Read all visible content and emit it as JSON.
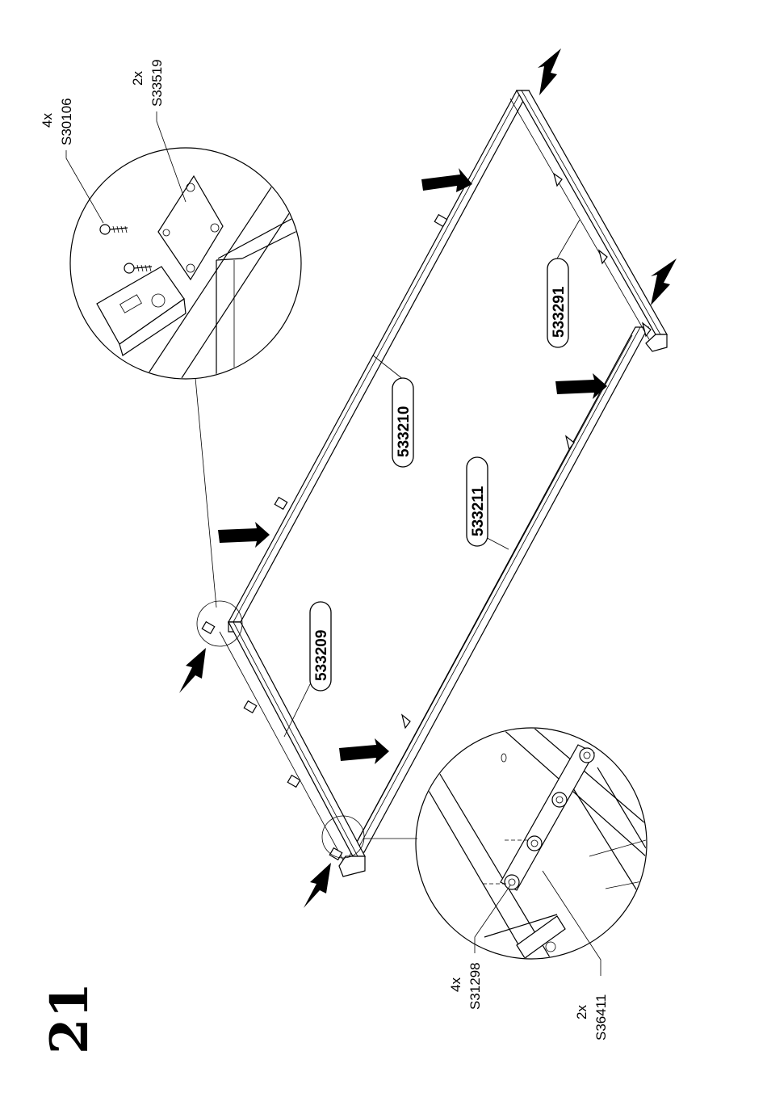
{
  "step_number": "21",
  "parts": {
    "p533210": "533210",
    "p533211": "533211",
    "p533209": "533209",
    "p533291": "533291"
  },
  "fasteners": {
    "screw_qty": "4x",
    "screw_code": "S30106",
    "plate_qty": "2x",
    "plate_code": "S33519",
    "cam_qty": "4x",
    "cam_code": "S31298",
    "strip_qty": "2x",
    "strip_code": "S36411"
  }
}
